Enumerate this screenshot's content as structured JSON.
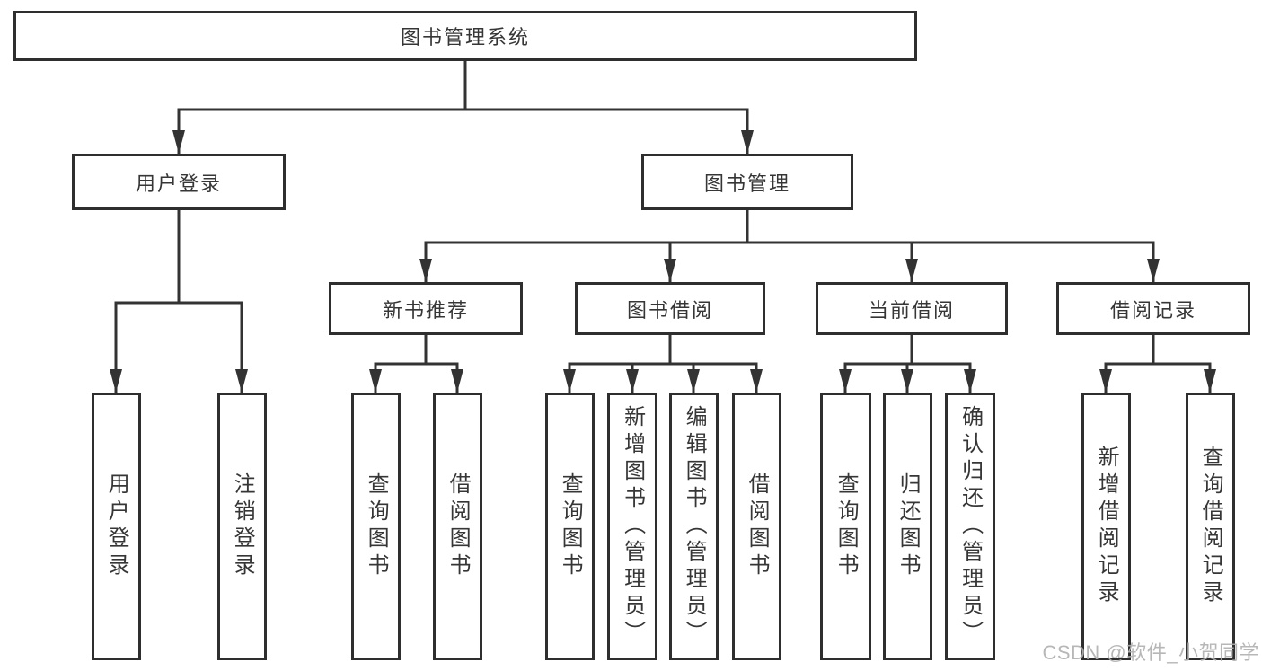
{
  "diagram": {
    "root": {
      "label": "图书管理系统",
      "children": [
        {
          "label": "用户登录",
          "children": [
            {
              "label": "用户登录"
            },
            {
              "label": "注销登录"
            }
          ]
        },
        {
          "label": "图书管理",
          "children": [
            {
              "label": "新书推荐",
              "children": [
                {
                  "label": "查询图书"
                },
                {
                  "label": "借阅图书"
                }
              ]
            },
            {
              "label": "图书借阅",
              "children": [
                {
                  "label": "查询图书"
                },
                {
                  "label": "新增图书（管理员）"
                },
                {
                  "label": "编辑图书（管理员）"
                },
                {
                  "label": "借阅图书"
                }
              ]
            },
            {
              "label": "当前借阅",
              "children": [
                {
                  "label": "查询图书"
                },
                {
                  "label": "归还图书"
                },
                {
                  "label": "确认归还（管理员）"
                }
              ]
            },
            {
              "label": "借阅记录",
              "children": [
                {
                  "label": "新增借阅记录"
                },
                {
                  "label": "查询借阅记录"
                }
              ]
            }
          ]
        }
      ]
    },
    "colors": {
      "line": "#333333",
      "border": "#2e2e2e",
      "text": "#363636",
      "watermark": "#b0b0b0",
      "background": "#ffffff"
    }
  },
  "watermark": {
    "text": "CSDN @软件_小贺同学"
  }
}
